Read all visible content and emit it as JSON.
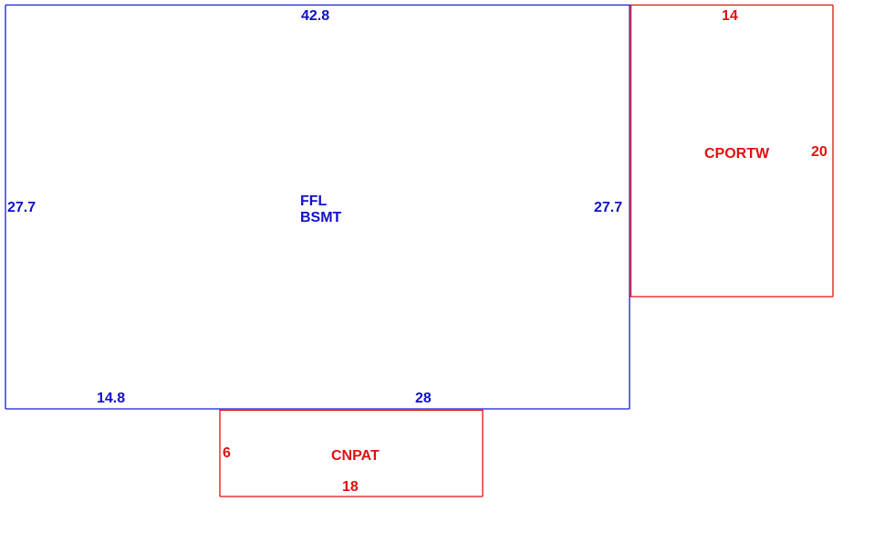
{
  "sketch": {
    "colors": {
      "main": "#1a1ad6",
      "addition": "#e01010"
    },
    "main_area": {
      "name_line1": "FFL",
      "name_line2": "BSMT",
      "top_dim": "42.8",
      "left_dim": "27.7",
      "right_dim": "27.7",
      "bottom_left_dim": "14.8",
      "bottom_right_dim": "28"
    },
    "carport": {
      "name": "CPORTW",
      "top_dim": "14",
      "right_dim": "20"
    },
    "patio": {
      "name": "CNPAT",
      "left_dim": "6",
      "bottom_dim": "18"
    }
  }
}
